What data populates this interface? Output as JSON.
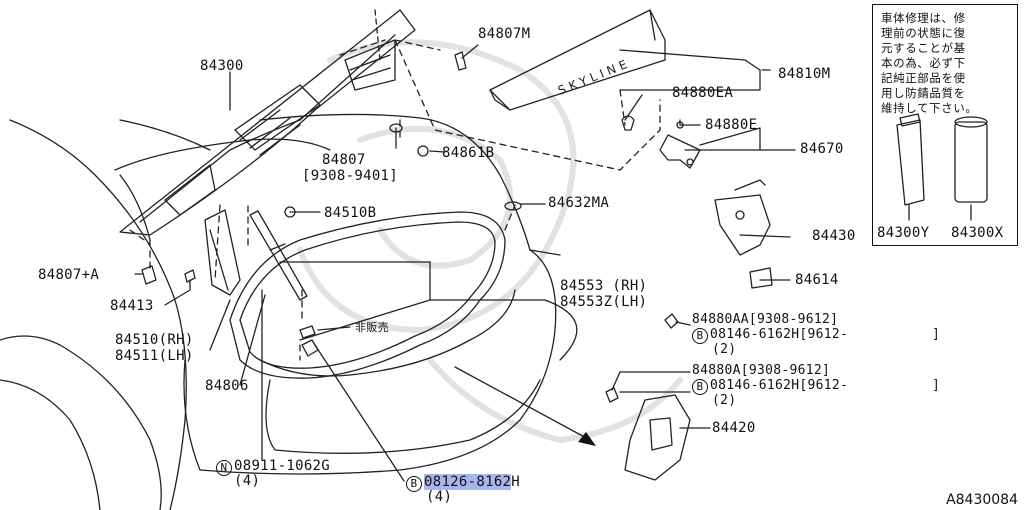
{
  "diagram": {
    "code": "A8430084",
    "emblem_text": "SKYLINE",
    "notice_text": "車体修理は、修\n理前の状態に復\n元することが基\n本の為、必ず下\n記純正部品を使\n用し防錆品質を\n維持して下さい。",
    "labels": {
      "p84300": "84300",
      "p84807M": "84807M",
      "p84810M": "84810M",
      "p84880EA": "84880EA",
      "p84880E": "84880E",
      "p84670": "84670",
      "p84807": "84807",
      "p84807_range": "[9308-9401]",
      "p84861B": "84861B",
      "p84510B": "84510B",
      "p84632MA": "84632MA",
      "p84430": "84430",
      "p84807A": "84807+A",
      "p84413": "84413",
      "p84553": "84553 (RH)",
      "p84553Z": "84553Z(LH)",
      "p84614": "84614",
      "p84510": "84510(RH)",
      "p84511": "84511(LH)",
      "not_sold": "非販売",
      "p84880AA": "84880AA[9308-9612]",
      "p08146_1_code": "08146-6162H[9612-",
      "p08146_1_bracket": "]",
      "p08146_1_qty": "(2)",
      "p84806": "84806",
      "p84880A": "84880A[9308-9612]",
      "p08146_2_code": "08146-6162H[9612-",
      "p08146_2_bracket": "]",
      "p08146_2_qty": "(2)",
      "p84420": "84420",
      "p08911": "08911-1062G",
      "p08911_qty": "(4)",
      "p08126_code": "08126-8162",
      "p08126_suffix": "H",
      "p08126_qty": "(4)",
      "p84300Y": "84300Y",
      "p84300X": "84300X"
    },
    "markers": {
      "b": "B",
      "n": "N"
    }
  }
}
